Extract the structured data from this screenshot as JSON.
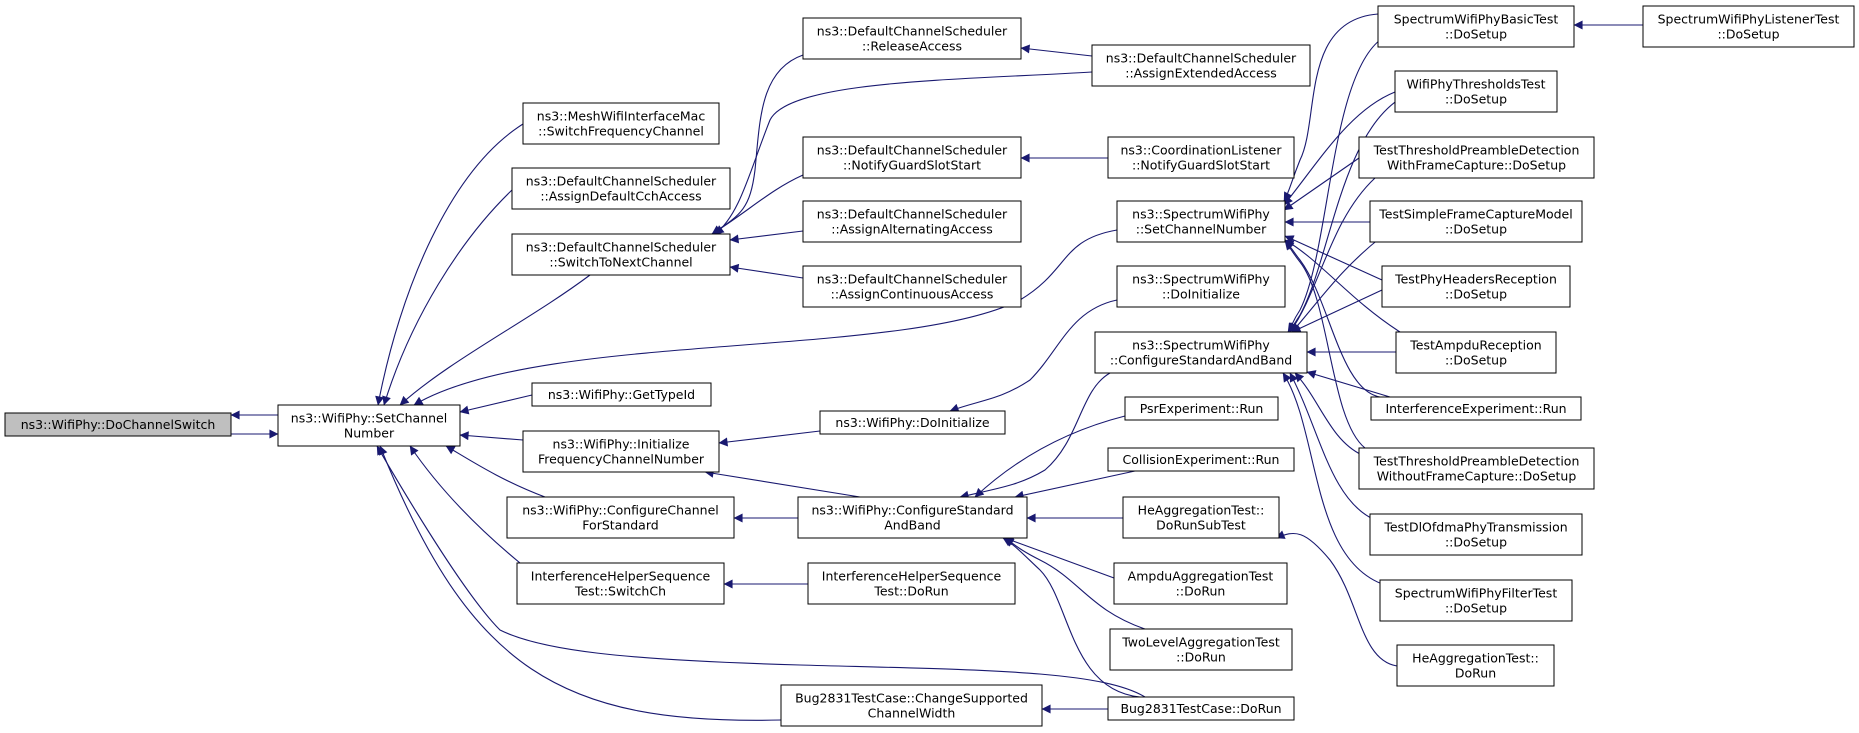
{
  "colors": {
    "edge": "#191970",
    "node_fill": "#ffffff",
    "highlight_fill": "#bfbfbf",
    "border": "#000000"
  },
  "nodes": {
    "doChannelSwitch": {
      "lines": [
        "ns3::WifiPhy::DoChannelSwitch"
      ],
      "highlight": true
    },
    "setChannelNumber": {
      "lines": [
        "ns3::WifiPhy::SetChannel",
        "Number"
      ]
    },
    "meshSwitchFreq": {
      "lines": [
        "ns3::MeshWifiInterfaceMac",
        "::SwitchFrequencyChannel"
      ]
    },
    "dcsAssignDefaultCch": {
      "lines": [
        "ns3::DefaultChannelScheduler",
        "::AssignDefaultCchAccess"
      ]
    },
    "dcsSwitchToNext": {
      "lines": [
        "ns3::DefaultChannelScheduler",
        "::SwitchToNextChannel"
      ]
    },
    "getTypeId": {
      "lines": [
        "ns3::WifiPhy::GetTypeId"
      ]
    },
    "initFreqChannel": {
      "lines": [
        "ns3::WifiPhy::Initialize",
        "FrequencyChannelNumber"
      ]
    },
    "configChannelForStd": {
      "lines": [
        "ns3::WifiPhy::ConfigureChannel",
        "ForStandard"
      ]
    },
    "ihsSwitchCh": {
      "lines": [
        "InterferenceHelperSequence",
        "Test::SwitchCh"
      ]
    },
    "bug2831ChangeWidth": {
      "lines": [
        "Bug2831TestCase::ChangeSupported",
        "ChannelWidth"
      ]
    },
    "dcsReleaseAccess": {
      "lines": [
        "ns3::DefaultChannelScheduler",
        "::ReleaseAccess"
      ]
    },
    "dcsNotifyGuard": {
      "lines": [
        "ns3::DefaultChannelScheduler",
        "::NotifyGuardSlotStart"
      ]
    },
    "dcsAssignAlternating": {
      "lines": [
        "ns3::DefaultChannelScheduler",
        "::AssignAlternatingAccess"
      ]
    },
    "dcsAssignContinuous": {
      "lines": [
        "ns3::DefaultChannelScheduler",
        "::AssignContinuousAccess"
      ]
    },
    "wifiPhyDoInit": {
      "lines": [
        "ns3::WifiPhy::DoInitialize"
      ]
    },
    "wifiPhyConfigStdBand": {
      "lines": [
        "ns3::WifiPhy::ConfigureStandard",
        "AndBand"
      ]
    },
    "ihsDoRun": {
      "lines": [
        "InterferenceHelperSequence",
        "Test::DoRun"
      ]
    },
    "dcsAssignExtended": {
      "lines": [
        "ns3::DefaultChannelScheduler",
        "::AssignExtendedAccess"
      ]
    },
    "coordNotifyGuard": {
      "lines": [
        "ns3::CoordinationListener",
        "::NotifyGuardSlotStart"
      ]
    },
    "swpSetChannelNumber": {
      "lines": [
        "ns3::SpectrumWifiPhy",
        "::SetChannelNumber"
      ]
    },
    "swpDoInitialize": {
      "lines": [
        "ns3::SpectrumWifiPhy",
        "::DoInitialize"
      ]
    },
    "swpConfigStdBand": {
      "lines": [
        "ns3::SpectrumWifiPhy",
        "::ConfigureStandardAndBand"
      ]
    },
    "psrRun": {
      "lines": [
        "PsrExperiment::Run"
      ]
    },
    "collisionRun": {
      "lines": [
        "CollisionExperiment::Run"
      ]
    },
    "heAggDoRunSub": {
      "lines": [
        "HeAggregationTest::",
        "DoRunSubTest"
      ]
    },
    "ampduAggDoRun": {
      "lines": [
        "AmpduAggregationTest",
        "::DoRun"
      ]
    },
    "twoLevelAggDoRun": {
      "lines": [
        "TwoLevelAggregationTest",
        "::DoRun"
      ]
    },
    "bug2831DoRun": {
      "lines": [
        "Bug2831TestCase::DoRun"
      ]
    },
    "swpBasicSetup": {
      "lines": [
        "SpectrumWifiPhyBasicTest",
        "::DoSetup"
      ]
    },
    "thresholdsSetup": {
      "lines": [
        "WifiPhyThresholdsTest",
        "::DoSetup"
      ]
    },
    "preambleWithCapture": {
      "lines": [
        "TestThresholdPreambleDetection",
        "WithFrameCapture::DoSetup"
      ]
    },
    "simpleFrameCapture": {
      "lines": [
        "TestSimpleFrameCaptureModel",
        "::DoSetup"
      ]
    },
    "phyHeadersReception": {
      "lines": [
        "TestPhyHeadersReception",
        "::DoSetup"
      ]
    },
    "ampduReception": {
      "lines": [
        "TestAmpduReception",
        "::DoSetup"
      ]
    },
    "interferenceRun": {
      "lines": [
        "InterferenceExperiment::Run"
      ]
    },
    "preambleWithoutCapture": {
      "lines": [
        "TestThresholdPreambleDetection",
        "WithoutFrameCapture::DoSetup"
      ]
    },
    "dlOfdmaSetup": {
      "lines": [
        "TestDlOfdmaPhyTransmission",
        "::DoSetup"
      ]
    },
    "swpFilterSetup": {
      "lines": [
        "SpectrumWifiPhyFilterTest",
        "::DoSetup"
      ]
    },
    "heAggDoRun": {
      "lines": [
        "HeAggregationTest::",
        "DoRun"
      ]
    },
    "swpListenerSetup": {
      "lines": [
        "SpectrumWifiPhyListenerTest",
        "::DoSetup"
      ]
    }
  }
}
